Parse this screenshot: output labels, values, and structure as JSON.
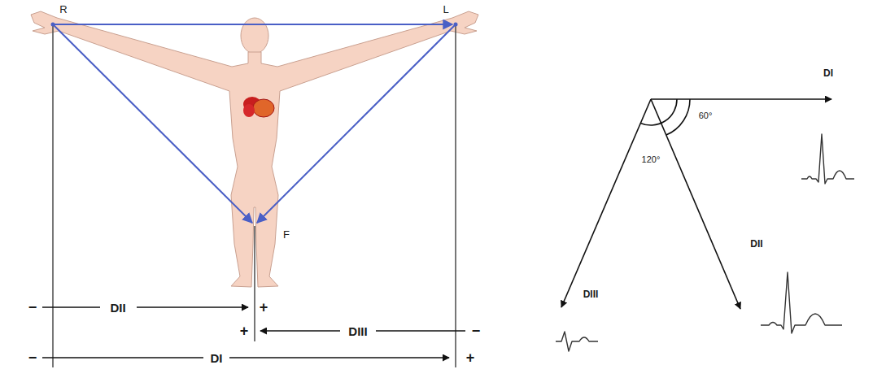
{
  "diagram": {
    "labels": [
      "R",
      "L",
      "F",
      "−",
      "DII",
      "+",
      "+",
      "DIII",
      "−",
      "−",
      "DI",
      "+",
      "DI",
      "60°",
      "120°",
      "DII",
      "DIII"
    ]
  }
}
